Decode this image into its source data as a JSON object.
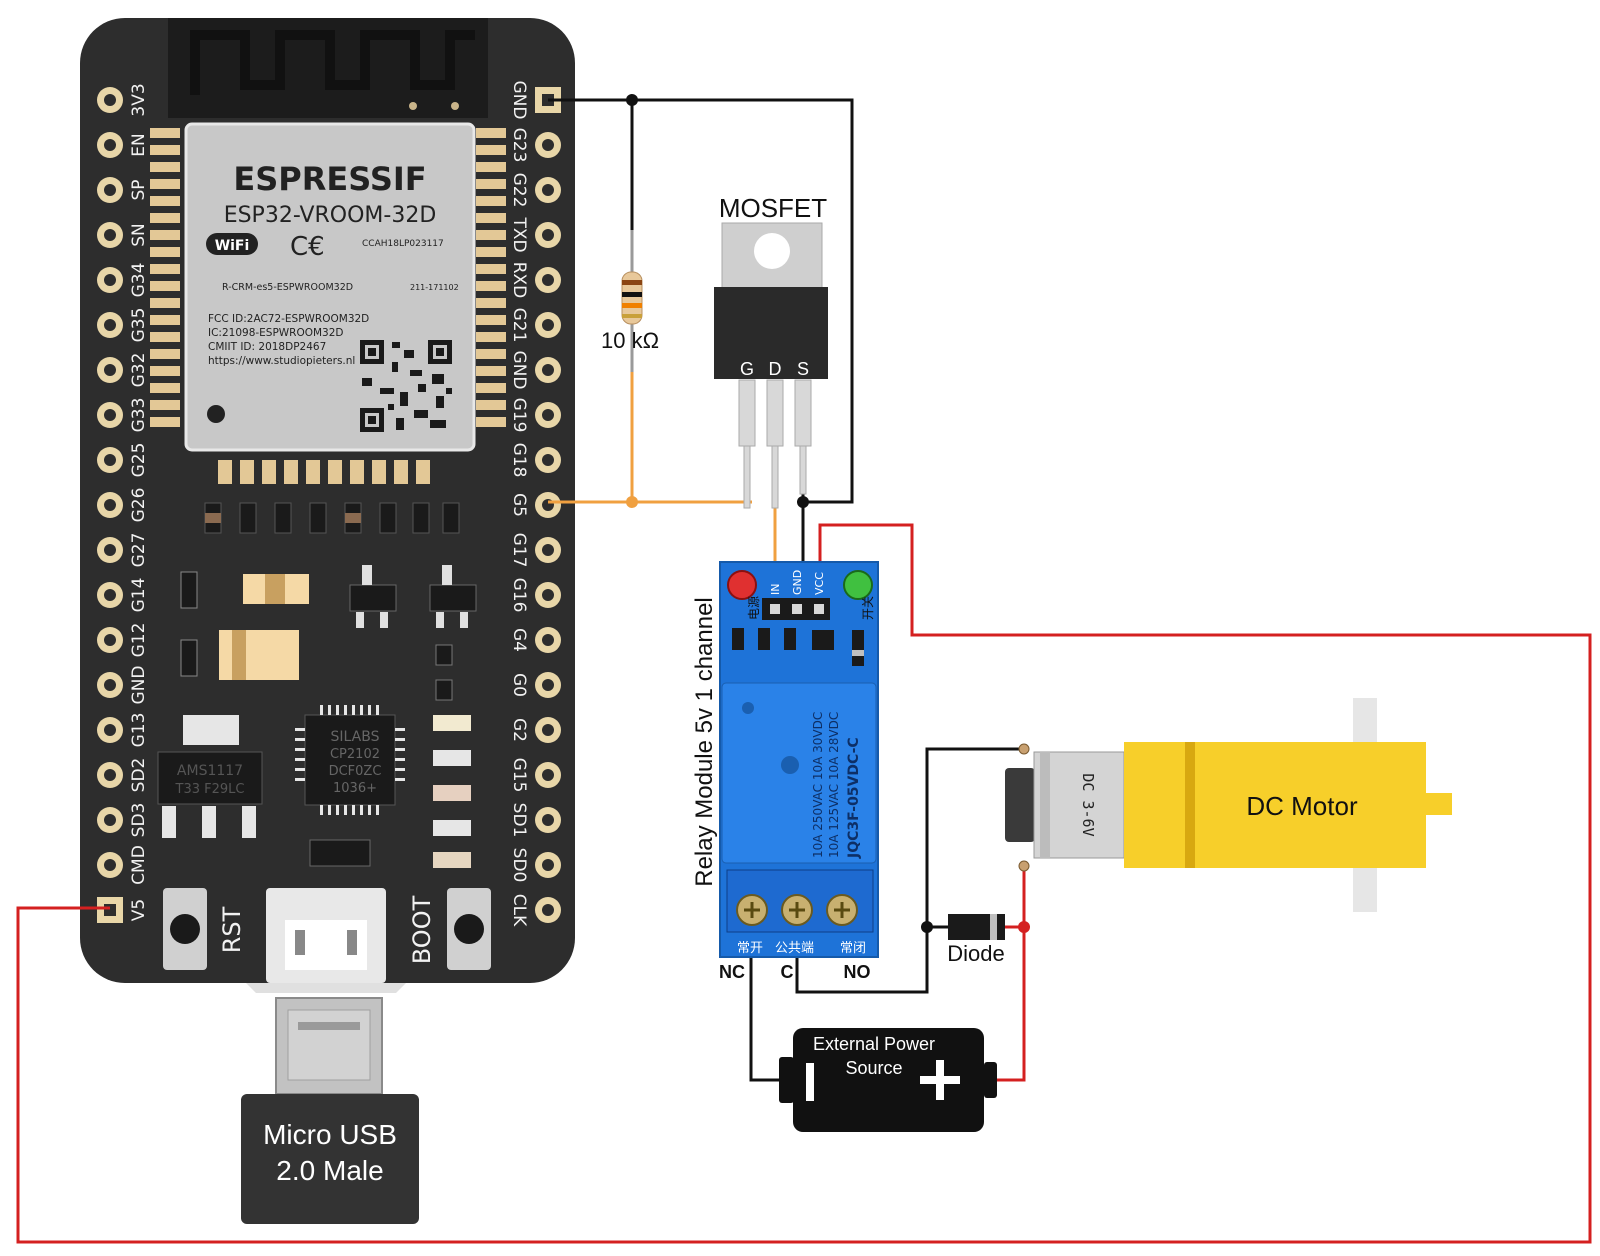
{
  "board": {
    "brand": "ESPRESSIF",
    "model": "ESP32-VROOM-32D",
    "wifi": "WiFi",
    "cert_code": "CCAH18LP023117",
    "rcm": "R-CRM-es5-ESPWROOM32D",
    "telec": "211-171102",
    "fcc": "FCC ID:2AC72-ESPWROOM32D",
    "ic": "IC:21098-ESPWROOM32D",
    "cmiit": "CMIIT ID: 2018DP2467",
    "url": "https://www.studiopieters.nl",
    "ldo": "AMS1117",
    "ldo_code": "T33 F29LC",
    "usb_chip": "SILABS",
    "usb_chip_model": "CP2102",
    "usb_chip_code1": "DCF0ZC",
    "usb_chip_code2": "1036+",
    "rst": "RST",
    "boot": "BOOT",
    "left_pins": [
      "3V3",
      "EN",
      "SP",
      "SN",
      "G34",
      "G35",
      "G32",
      "G33",
      "G25",
      "G26",
      "G27",
      "G14",
      "G12",
      "GND",
      "G13",
      "SD2",
      "SD3",
      "CMD",
      "V5"
    ],
    "right_pins": [
      "GND",
      "G23",
      "G22",
      "TXD",
      "RXD",
      "G21",
      "GND",
      "G19",
      "G18",
      "G5",
      "G17",
      "G16",
      "G4",
      "G0",
      "G2",
      "G15",
      "SD1",
      "SD0",
      "CLK"
    ]
  },
  "usb_label_1": "Micro USB",
  "usb_label_2": "2.0 Male",
  "mosfet": {
    "title": "MOSFET",
    "g": "G",
    "d": "D",
    "s": "S"
  },
  "resistor_label": "10  kΩ",
  "relay": {
    "title": "Relay Module 5v 1 channel",
    "in": "IN",
    "gnd": "GND",
    "vcc": "VCC",
    "nc": "NC",
    "c": "C",
    "no": "NO",
    "spec1": "10A 250VAC  10A  30VDC",
    "spec2": "10A 125VAC  10A  28VDC",
    "model": "JQC3F-05VDC-C",
    "cn_nc": "常开",
    "cn_c": "公共端",
    "cn_no": "常闭",
    "cn_power": "电源",
    "cn_switch": "开关"
  },
  "diode_label": "Diode",
  "motor": {
    "label": "DC Motor",
    "side_text": "DC 3-6V"
  },
  "battery": {
    "line1": "External Power",
    "line2": "Source",
    "minus": "−",
    "plus": "+"
  },
  "colors": {
    "board": "#2b2b2b",
    "wire_black": "#111111",
    "wire_red": "#d42020",
    "wire_orange": "#f0a040",
    "relay_blue": "#1e73d8",
    "motor_yellow": "#f7cf2a"
  }
}
